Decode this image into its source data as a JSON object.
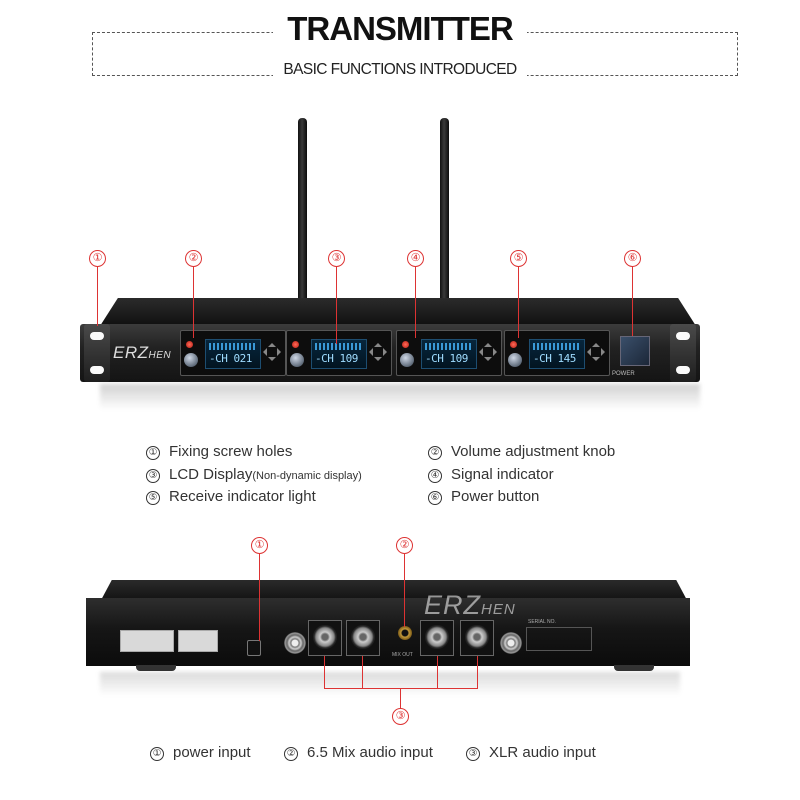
{
  "header": {
    "title": "TRANSMITTER",
    "subtitle": "BASIC FUNCTIONS INTRODUCED"
  },
  "front_panel": {
    "brand": "ERZ",
    "brand_suffix": "HEN",
    "callouts": [
      "①",
      "②",
      "③",
      "④",
      "⑤",
      "⑥"
    ],
    "channels": [
      {
        "display": "-CH 021"
      },
      {
        "display": "-CH 109"
      },
      {
        "display": "-CH 109"
      },
      {
        "display": "-CH 145"
      }
    ],
    "power_label": "POWER"
  },
  "features": [
    {
      "num": "①",
      "text": "Fixing screw holes"
    },
    {
      "num": "②",
      "text": "Volume adjustment knob"
    },
    {
      "num": "③",
      "text": "LCD Display",
      "note": "(Non-dynamic display)"
    },
    {
      "num": "④",
      "text": "Signal indicator"
    },
    {
      "num": "⑤",
      "text": "Receive indicator light"
    },
    {
      "num": "⑥",
      "text": "Power button"
    }
  ],
  "rear_panel": {
    "brand": "ERZ",
    "brand_suffix": "HEN",
    "callouts": [
      "①",
      "②",
      "③"
    ],
    "mix_out_label": "MIX OUT",
    "serial_label": "SERIAL NO."
  },
  "rear_features": [
    {
      "num": "①",
      "text": "power input"
    },
    {
      "num": "②",
      "text": "6.5 Mix audio input"
    },
    {
      "num": "③",
      "text": "XLR audio input"
    }
  ],
  "colors": {
    "accent": "#dd3333",
    "panel": "#1a1a1a",
    "lcd": "#9fdcff"
  }
}
